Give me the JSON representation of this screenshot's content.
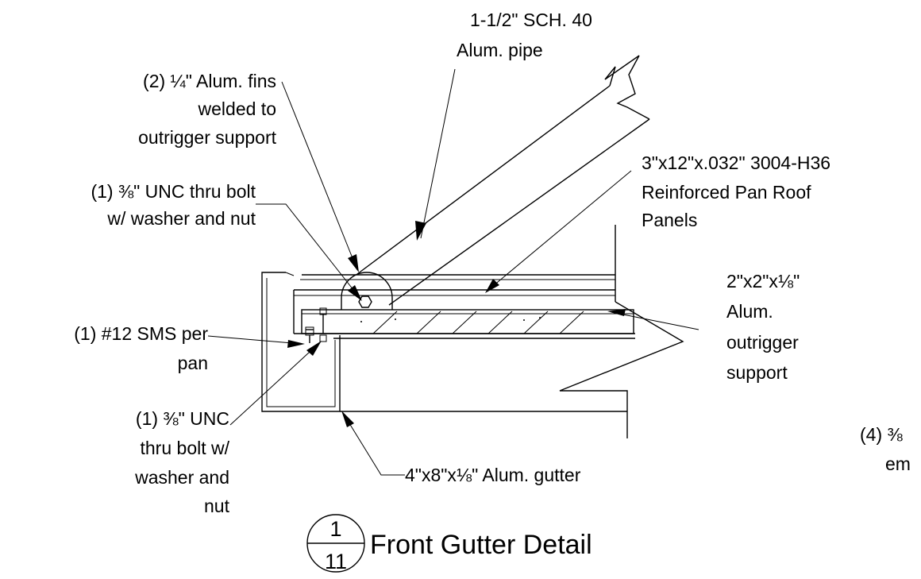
{
  "labels": {
    "pipe_l1": "1-1/2\" SCH. 40",
    "pipe_l2": "Alum. pipe",
    "fins_l1": "(2) ¼\" Alum. fins",
    "fins_l2": "welded to",
    "fins_l3": "outrigger support",
    "bolt_top_l1": "(1) ⅜\" UNC thru bolt",
    "bolt_top_l2": "w/ washer and nut",
    "panel_l1": "3\"x12\"x.032\" 3004-H36",
    "panel_l2": "Reinforced Pan Roof",
    "panel_l3": "Panels",
    "outrigger_l1": "2\"x2\"x⅛\"",
    "outrigger_l2": "Alum.",
    "outrigger_l3": "outrigger",
    "outrigger_l4": "support",
    "sms_l1": "(1) #12 SMS per",
    "sms_l2": "pan",
    "bolt_bot_l1": "(1) ⅜\" UNC",
    "bolt_bot_l2": "thru bolt w/",
    "bolt_bot_l3": "washer and",
    "bolt_bot_l4": "nut",
    "gutter": "4\"x8\"x⅛\" Alum. gutter",
    "cut_l1": "(4) ⅜",
    "cut_l2": "em"
  },
  "title_block": {
    "detail_number": "1",
    "sheet_number": "11",
    "title": "Front Gutter Detail"
  }
}
